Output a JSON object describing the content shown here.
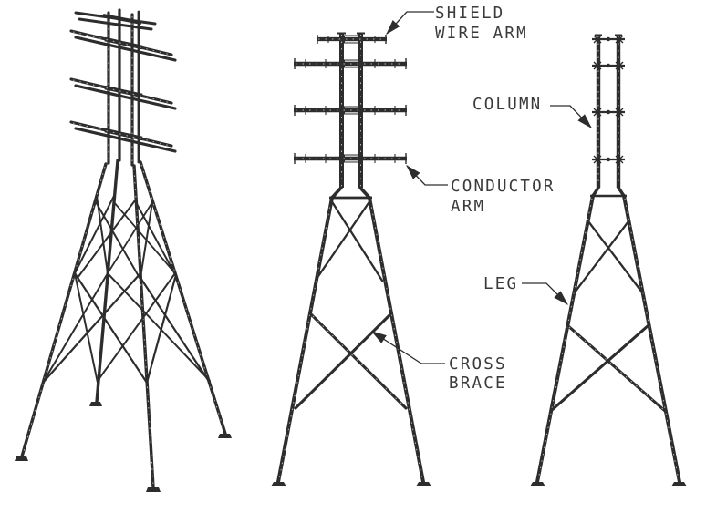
{
  "colors": {
    "line": "#2d2d2d",
    "label": "#3a3a3a",
    "background": "#ffffff"
  },
  "views": [
    "isometric-view",
    "front-elevation-view",
    "side-elevation-view"
  ],
  "labels": {
    "shield_wire_arm": [
      "SHIELD",
      "WIRE ARM"
    ],
    "column": [
      "COLUMN"
    ],
    "conductor_arm": [
      "CONDUCTOR",
      "ARM"
    ],
    "leg": [
      "LEG"
    ],
    "cross_brace": [
      "CROSS",
      "BRACE"
    ]
  }
}
